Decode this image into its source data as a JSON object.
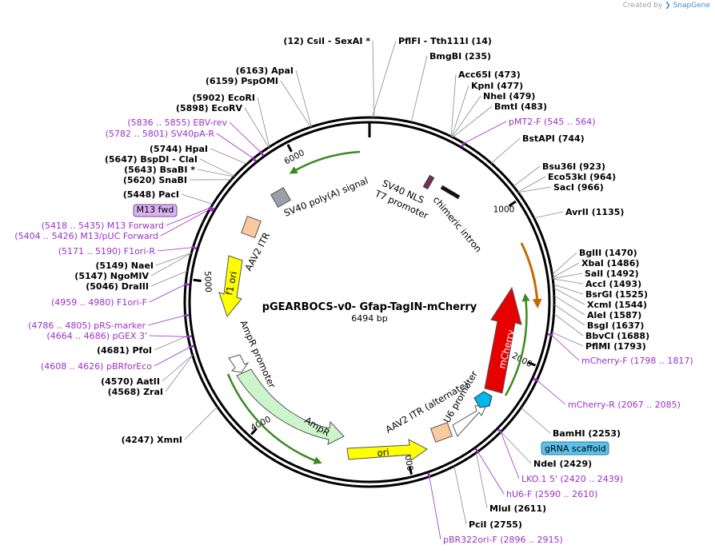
{
  "credit": {
    "prefix": "Created by",
    "brand": "SnapGene"
  },
  "map": {
    "title": "pGEARBOCS-v0- Gfap-TagIN-mCherry",
    "length": 6494,
    "length_label": "6494 bp",
    "ticks": [
      {
        "pos": 1000,
        "label": "1000"
      },
      {
        "pos": 2000,
        "label": "2000"
      },
      {
        "pos": 3000,
        "label": "3000"
      },
      {
        "pos": 4000,
        "label": "4000"
      },
      {
        "pos": 5000,
        "label": "5000"
      },
      {
        "pos": 6000,
        "label": "6000"
      }
    ]
  },
  "features": [
    {
      "name": "SV40 poly(A) signal",
      "type": "terminator",
      "color": "#9aa0a6"
    },
    {
      "name": "SV40 NLS",
      "type": "cds",
      "color": "#7b2d5b"
    },
    {
      "name": "T7 promoter",
      "type": "promoter",
      "color": "#111111"
    },
    {
      "name": "chimeric intron",
      "type": "intron",
      "color": "#ffffff"
    },
    {
      "name": "AAV2 ITR",
      "type": "repeat",
      "color": "#f9c9a0"
    },
    {
      "name": "f1 ori",
      "type": "origin",
      "color": "#ffff00"
    },
    {
      "name": "AmpR promoter",
      "type": "promoter",
      "color": "#ffffff"
    },
    {
      "name": "AmpR",
      "type": "cds",
      "color": "#ccf5cc"
    },
    {
      "name": "ori",
      "type": "origin",
      "color": "#ffff00"
    },
    {
      "name": "AAV2 ITR (alternate)",
      "type": "repeat",
      "color": "#f9c9a0"
    },
    {
      "name": "U6 promoter",
      "type": "promoter",
      "color": "#ffffff"
    },
    {
      "name": "mCherry",
      "type": "cds",
      "color": "#e60000"
    }
  ],
  "labels": [
    {
      "text": "(12)  CsiI   - SexAI *",
      "pos": "(12)",
      "name": "CsiI - SexAI *",
      "kind": "enzyme"
    },
    {
      "text": "PflFI   - Tth111I   (14)",
      "pos": "(14)",
      "name": "PflFI - Tth111I",
      "kind": "enzyme"
    },
    {
      "text": "BmgBI   (235)",
      "pos": "(235)",
      "name": "BmgBI",
      "kind": "enzyme"
    },
    {
      "text": "Acc65I   (473)",
      "pos": "(473)",
      "name": "Acc65I",
      "kind": "enzyme"
    },
    {
      "text": "KpnI   (477)",
      "pos": "(477)",
      "name": "KpnI",
      "kind": "enzyme"
    },
    {
      "text": "NheI   (479)",
      "pos": "(479)",
      "name": "NheI",
      "kind": "enzyme"
    },
    {
      "text": "BmtI   (483)",
      "pos": "(483)",
      "name": "BmtI",
      "kind": "enzyme"
    },
    {
      "text": "pMT2-F   (545 .. 564)",
      "pos": "(545 .. 564)",
      "name": "pMT2-F",
      "kind": "primer"
    },
    {
      "text": "BstAPI   (744)",
      "pos": "(744)",
      "name": "BstAPI",
      "kind": "enzyme"
    },
    {
      "text": "Bsu36I   (923)",
      "pos": "(923)",
      "name": "Bsu36I",
      "kind": "enzyme"
    },
    {
      "text": "Eco53kI   (964)",
      "pos": "(964)",
      "name": "Eco53kI",
      "kind": "enzyme"
    },
    {
      "text": "SacI   (966)",
      "pos": "(966)",
      "name": "SacI",
      "kind": "enzyme"
    },
    {
      "text": "AvrII   (1135)",
      "pos": "(1135)",
      "name": "AvrII",
      "kind": "enzyme"
    },
    {
      "text": "BglII   (1470)",
      "pos": "(1470)",
      "name": "BglII",
      "kind": "enzyme"
    },
    {
      "text": "XbaI   (1486)",
      "pos": "(1486)",
      "name": "XbaI",
      "kind": "enzyme"
    },
    {
      "text": "SalI   (1492)",
      "pos": "(1492)",
      "name": "SalI",
      "kind": "enzyme"
    },
    {
      "text": "AccI   (1493)",
      "pos": "(1493)",
      "name": "AccI",
      "kind": "enzyme"
    },
    {
      "text": "BsrGI   (1525)",
      "pos": "(1525)",
      "name": "BsrGI",
      "kind": "enzyme"
    },
    {
      "text": "XcmI   (1544)",
      "pos": "(1544)",
      "name": "XcmI",
      "kind": "enzyme"
    },
    {
      "text": "AleI   (1587)",
      "pos": "(1587)",
      "name": "AleI",
      "kind": "enzyme"
    },
    {
      "text": "BsgI   (1637)",
      "pos": "(1637)",
      "name": "BsgI",
      "kind": "enzyme"
    },
    {
      "text": "BbvCI   (1688)",
      "pos": "(1688)",
      "name": "BbvCI",
      "kind": "enzyme"
    },
    {
      "text": "PflMI   (1793)",
      "pos": "(1793)",
      "name": "PflMI",
      "kind": "enzyme"
    },
    {
      "text": "mCherry-F   (1798 .. 1817)",
      "pos": "(1798 .. 1817)",
      "name": "mCherry-F",
      "kind": "primer"
    },
    {
      "text": "mCherry-R   (2067 .. 2085)",
      "pos": "(2067 .. 2085)",
      "name": "mCherry-R",
      "kind": "primer"
    },
    {
      "text": "BamHI   (2253)",
      "pos": "(2253)",
      "name": "BamHI",
      "kind": "enzyme"
    },
    {
      "text": "gRNA scaffold",
      "pos": "",
      "name": "gRNA scaffold",
      "kind": "feature-tag"
    },
    {
      "text": "NdeI   (2429)",
      "pos": "(2429)",
      "name": "NdeI",
      "kind": "enzyme"
    },
    {
      "text": "LKO.1 5'   (2420 .. 2439)",
      "pos": "(2420 .. 2439)",
      "name": "LKO.1 5'",
      "kind": "primer"
    },
    {
      "text": "hU6-F   (2590 .. 2610)",
      "pos": "(2590 .. 2610)",
      "name": "hU6-F",
      "kind": "primer"
    },
    {
      "text": "MluI   (2611)",
      "pos": "(2611)",
      "name": "MluI",
      "kind": "enzyme"
    },
    {
      "text": "PciI   (2755)",
      "pos": "(2755)",
      "name": "PciI",
      "kind": "enzyme"
    },
    {
      "text": "pBR322ori-F   (2896 .. 2915)",
      "pos": "(2896 .. 2915)",
      "name": "pBR322ori-F",
      "kind": "primer"
    },
    {
      "text": "(4247)  XmnI",
      "pos": "(4247)",
      "name": "XmnI",
      "kind": "enzyme"
    },
    {
      "text": "(4568)  ZraI",
      "pos": "(4568)",
      "name": "ZraI",
      "kind": "enzyme"
    },
    {
      "text": "(4570)  AatII",
      "pos": "(4570)",
      "name": "AatII",
      "kind": "enzyme"
    },
    {
      "text": "(4608 .. 4626)  pBRforEco",
      "pos": "(4608 .. 4626)",
      "name": "pBRforEco",
      "kind": "primer"
    },
    {
      "text": "(4681)  PfoI",
      "pos": "(4681)",
      "name": "PfoI",
      "kind": "enzyme"
    },
    {
      "text": "(4664 .. 4686)  pGEX 3'",
      "pos": "(4664 .. 4686)",
      "name": "pGEX 3'",
      "kind": "primer"
    },
    {
      "text": "(4786 .. 4805)  pRS-marker",
      "pos": "(4786 .. 4805)",
      "name": "pRS-marker",
      "kind": "primer"
    },
    {
      "text": "(4959 .. 4980)  F1ori-F",
      "pos": "(4959 .. 4980)",
      "name": "F1ori-F",
      "kind": "primer"
    },
    {
      "text": "(5046)  DraIII",
      "pos": "(5046)",
      "name": "DraIII",
      "kind": "enzyme"
    },
    {
      "text": "(5147)  NgoMIV",
      "pos": "(5147)",
      "name": "NgoMIV",
      "kind": "enzyme"
    },
    {
      "text": "(5149)  NaeI",
      "pos": "(5149)",
      "name": "NaeI",
      "kind": "enzyme"
    },
    {
      "text": "(5171 .. 5190)  F1ori-R",
      "pos": "(5171 .. 5190)",
      "name": "F1ori-R",
      "kind": "primer"
    },
    {
      "text": "(5404 .. 5426)  M13/pUC Forward",
      "pos": "(5404 .. 5426)",
      "name": "M13/pUC Forward",
      "kind": "primer"
    },
    {
      "text": "(5418 .. 5435)  M13 Forward",
      "pos": "(5418 .. 5435)",
      "name": "M13 Forward",
      "kind": "primer"
    },
    {
      "text": "M13 fwd",
      "pos": "",
      "name": "M13 fwd",
      "kind": "feature-tag"
    },
    {
      "text": "(5448)  PacI",
      "pos": "(5448)",
      "name": "PacI",
      "kind": "enzyme"
    },
    {
      "text": "(5620)  SnaBI",
      "pos": "(5620)",
      "name": "SnaBI",
      "kind": "enzyme"
    },
    {
      "text": "(5643)  BsaBI *",
      "pos": "(5643)",
      "name": "BsaBI *",
      "kind": "enzyme"
    },
    {
      "text": "(5647)  BspDI   - ClaI",
      "pos": "(5647)",
      "name": "BspDI - ClaI",
      "kind": "enzyme"
    },
    {
      "text": "(5744)  HpaI",
      "pos": "(5744)",
      "name": "HpaI",
      "kind": "enzyme"
    },
    {
      "text": "(5782 .. 5801)  SV40pA-R",
      "pos": "(5782 .. 5801)",
      "name": "SV40pA-R",
      "kind": "primer"
    },
    {
      "text": "(5836 .. 5855)  EBV-rev",
      "pos": "(5836 .. 5855)",
      "name": "EBV-rev",
      "kind": "primer"
    },
    {
      "text": "(5898)  EcoRV",
      "pos": "(5898)",
      "name": "EcoRV",
      "kind": "enzyme"
    },
    {
      "text": "(5902)  EcoRI",
      "pos": "(5902)",
      "name": "EcoRI",
      "kind": "enzyme"
    },
    {
      "text": "(6159)  PspOMI",
      "pos": "(6159)",
      "name": "PspOMI",
      "kind": "enzyme"
    },
    {
      "text": "(6163)  ApaI",
      "pos": "(6163)",
      "name": "ApaI",
      "kind": "enzyme"
    }
  ],
  "colors": {
    "enzyme": "#000000",
    "primer": "#9b30c8",
    "feature_tag_m13": "#d9b3f0",
    "feature_tag_grna": "#5bc0eb",
    "leader": "#8a8a8a"
  }
}
